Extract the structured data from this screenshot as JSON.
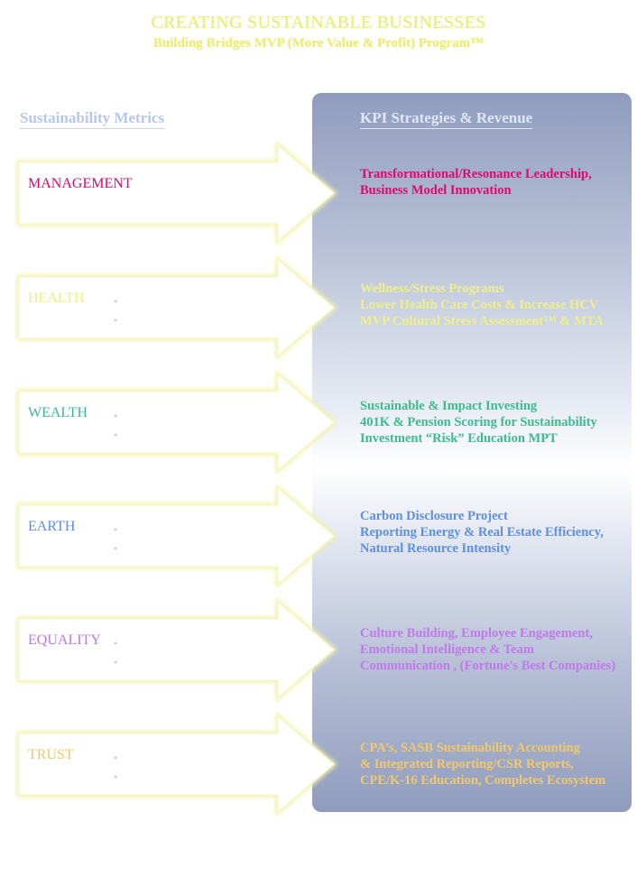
{
  "header": {
    "title": "CREATING SUSTAINABLE BUSINESSES",
    "subtitle": "Building Bridges MVP (More Value & Profit) Program™"
  },
  "columns": {
    "left": "Sustainability Metrics",
    "right": "KPI Strategies & Revenue"
  },
  "rows": [
    {
      "metric": "MANAGEMENT",
      "color": "#e0086f",
      "bullets": [],
      "kpi": [
        "Transformational/Resonance Leadership,",
        "Business Model Innovation"
      ]
    },
    {
      "metric": "HEALTH",
      "color": "#eef08a",
      "bullets": [
        "•",
        "•"
      ],
      "kpi": [
        "Wellness/Stress Programs",
        "Lower Health Care Costs  & Increase HCV",
        "MVP Cultural Stress Assessment™ & MTA"
      ]
    },
    {
      "metric": "WEALTH",
      "color": "#3dbb8f",
      "bullets": [
        "•",
        "•"
      ],
      "kpi": [
        "Sustainable & Impact Investing",
        "401K & Pension Scoring for Sustainability",
        "Investment “Risk” Education  MPT"
      ]
    },
    {
      "metric": "EARTH",
      "color": "#5e8fe0",
      "bullets": [
        "•",
        "•"
      ],
      "kpi": [
        "Carbon Disclosure Project",
        "Reporting Energy & Real Estate Efficiency,",
        "Natural Resource Intensity"
      ]
    },
    {
      "metric": "EQUALITY",
      "color": "#c079ea",
      "bullets": [
        "•",
        "•"
      ],
      "kpi": [
        "Culture Building, Employee Engagement,",
        "Emotional Intelligence & Team",
        "Communication , (Fortune's Best Companies)"
      ]
    },
    {
      "metric": "TRUST",
      "color": "#f1c96c",
      "bullets": [
        "•",
        "•"
      ],
      "kpi": [
        "CPA’s, SASB Sustainability Accounting",
        "& Integrated Reporting/CSR Reports,",
        "CPE/K-16 Education, Completes Ecosystem"
      ]
    }
  ]
}
